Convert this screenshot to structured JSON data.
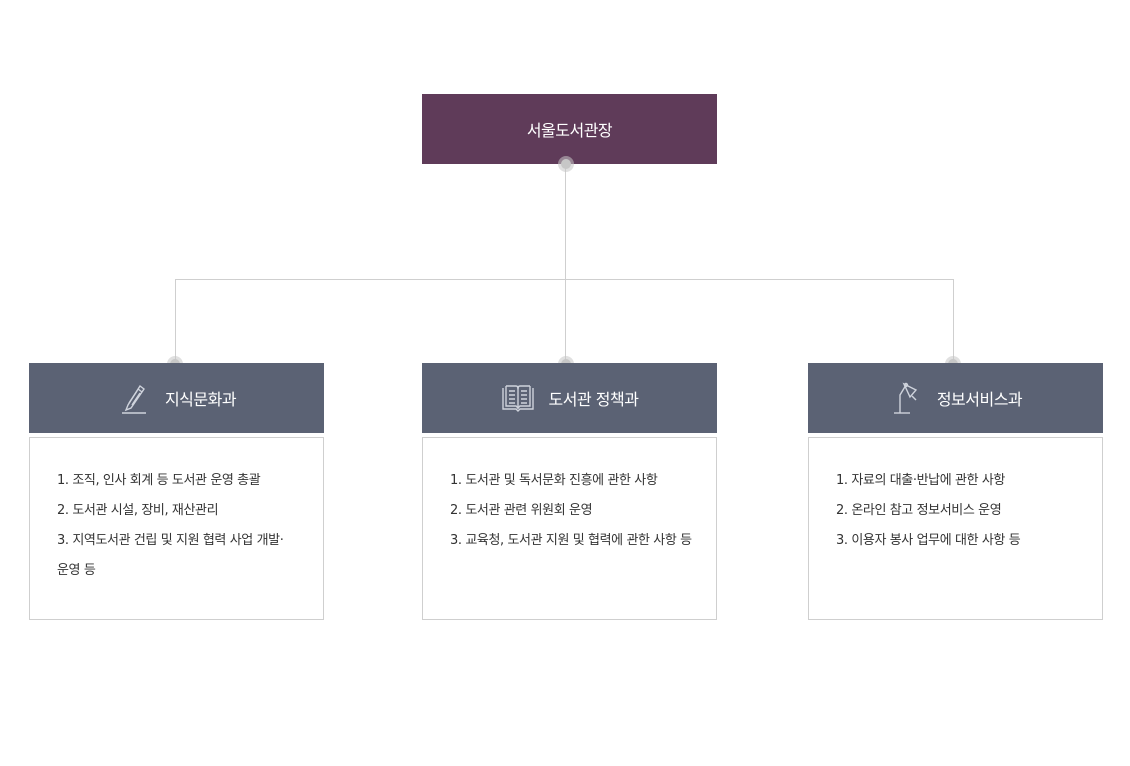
{
  "root": {
    "title": "서울도서관장"
  },
  "departments": [
    {
      "name": "지식문화과",
      "icon": "pencil-icon",
      "duties": [
        "1. 조직, 인사 회계 등 도서관 운영 총괄",
        "2. 도서관 시설, 장비, 재산관리",
        "3. 지역도서관 건립 및 지원 협력 사업 개발·",
        "운영 등"
      ]
    },
    {
      "name": "도서관 정책과",
      "icon": "open-book-icon",
      "duties": [
        "1. 도서관 및 독서문화 진흥에 관한 사항",
        "2. 도서관 관련 위원회 운영",
        "3. 교육청, 도서관 지원 및 협력에 관한 사항 등"
      ]
    },
    {
      "name": "정보서비스과",
      "icon": "desk-lamp-icon",
      "duties": [
        "1. 자료의 대출·반납에 관한 사항",
        "2. 온라인 참고 정보서비스 운영",
        "3. 이용자 봉사 업무에 대한 사항 등"
      ]
    }
  ],
  "colors": {
    "root_bg": "#5f3b59",
    "dept_bg": "#5b6274",
    "connector": "#cfcfcf"
  }
}
